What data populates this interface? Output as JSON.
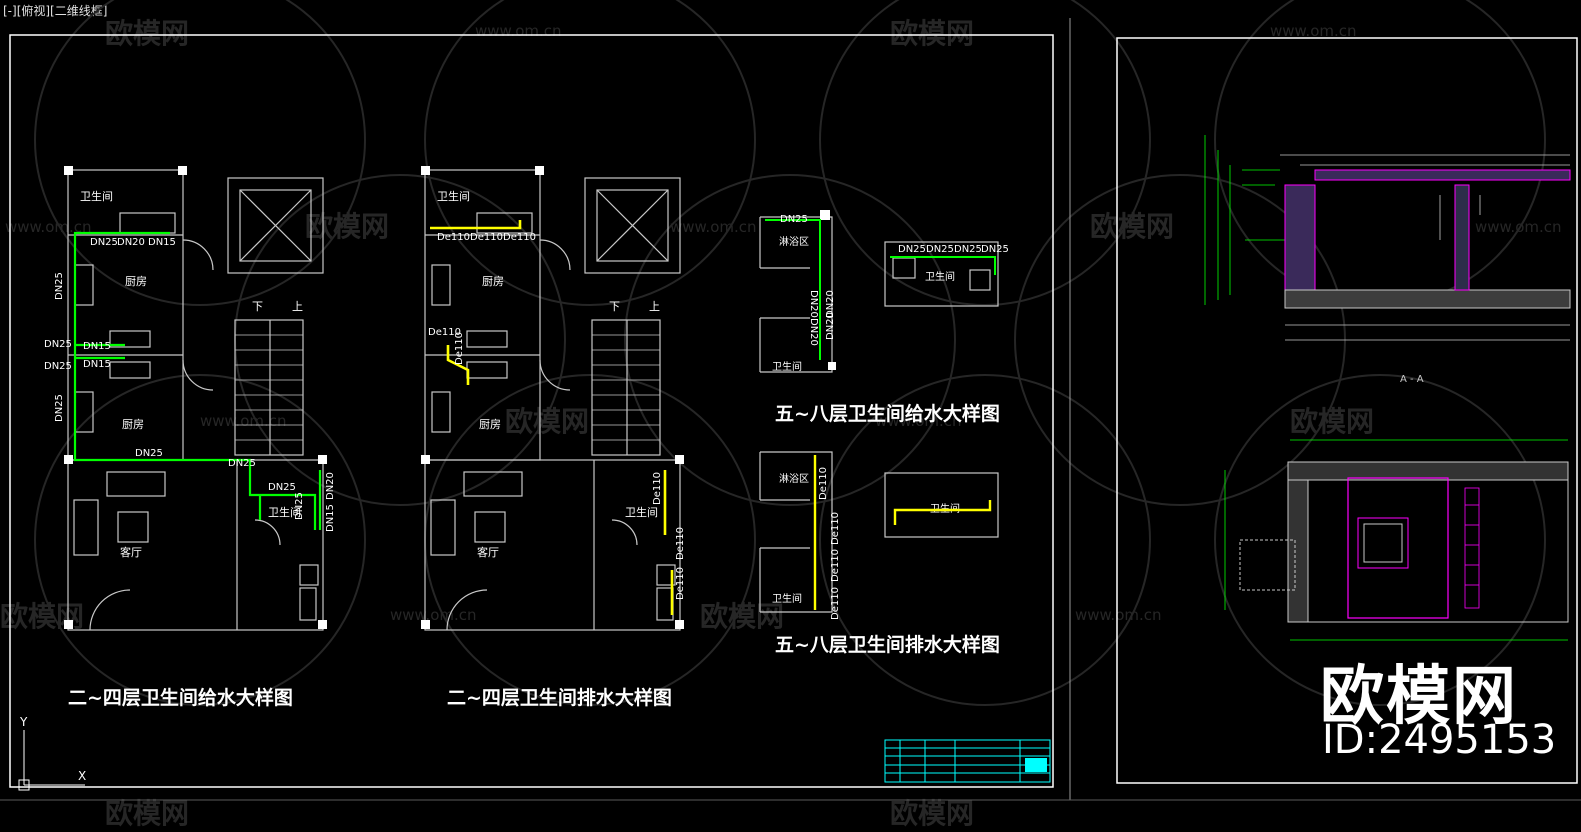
{
  "viewport_label": "[-][俯视][二维线框]",
  "titles": {
    "supply_2_4": "二~四层卫生间给水大样图",
    "drain_2_4": "二~四层卫生间排水大样图",
    "supply_5_8": "五~八层卫生间给水大样图",
    "drain_5_8": "五~八层卫生间排水大样图"
  },
  "room_labels": {
    "toilet": "卫生间",
    "kitchen": "厨房",
    "living": "客厅",
    "shower": "淋浴区",
    "down": "下",
    "up": "上"
  },
  "pipe_labels": {
    "dn25": "DN25",
    "dn20": "DN20",
    "dn15": "DN15",
    "de110": "De110"
  },
  "section_label": "A - A",
  "ucs": {
    "x": "X",
    "y": "Y"
  },
  "watermark": {
    "brand": "欧模网",
    "url": "www.om.cn"
  },
  "brand_text": "欧模网",
  "id_text": "ID:2495153",
  "colors": {
    "background": "#000000",
    "frame": "#ffffff",
    "wall": "#c8c8c8",
    "supply_pipe": "#00ff00",
    "drain_pipe": "#ffff00",
    "title_block": "#00ffff",
    "magenta": "#ff00ff"
  }
}
